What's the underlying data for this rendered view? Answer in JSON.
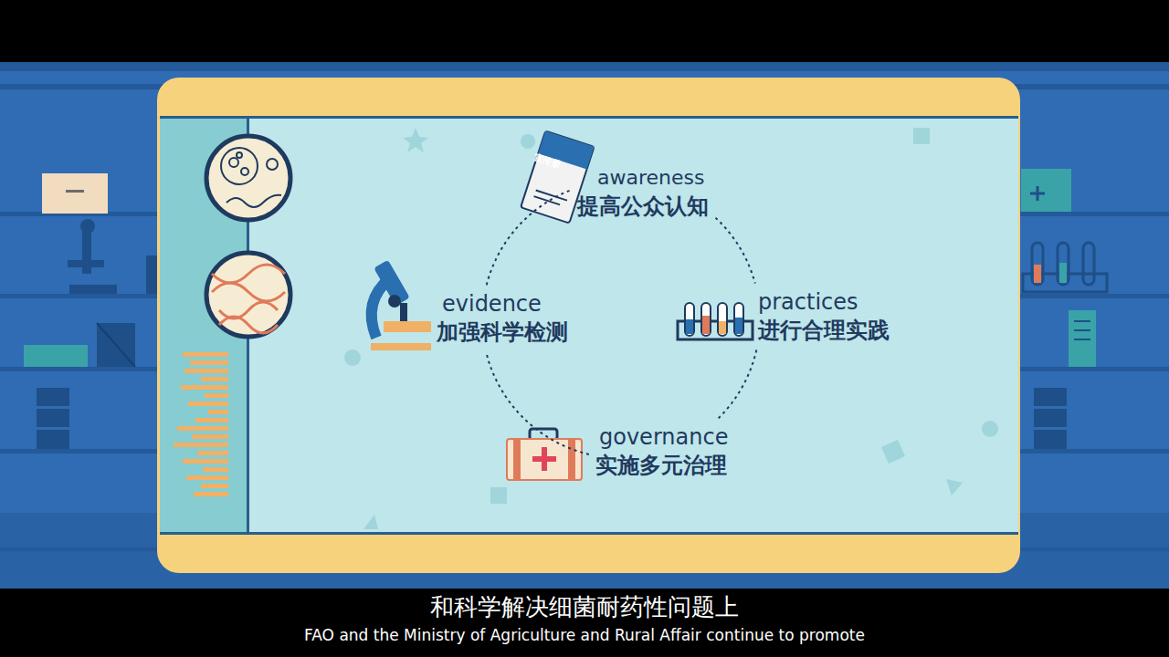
{
  "diagram": {
    "nodes": [
      {
        "text": [
          "awareness",
          "提高公众认知"
        ]
      },
      {
        "text": [
          "evidence",
          "加强科学检测"
        ]
      },
      {
        "text": [
          "practices",
          "进行合理实践"
        ]
      },
      {
        "text": [
          "governance",
          "实施多元治理"
        ]
      }
    ],
    "edges": [
      {
        "from": 0,
        "to": 2,
        "arrow": "none"
      },
      {
        "from": 2,
        "to": 3,
        "arrow": "none"
      },
      {
        "from": 3,
        "to": 1,
        "arrow": "none"
      },
      {
        "from": 1,
        "to": 0,
        "arrow": "none"
      }
    ],
    "labels": [
      "宣传册",
      "和科学解决细菌耐药性问题上",
      "FAO and the Ministry of Agriculture and Rural Affair continue to promote"
    ]
  }
}
